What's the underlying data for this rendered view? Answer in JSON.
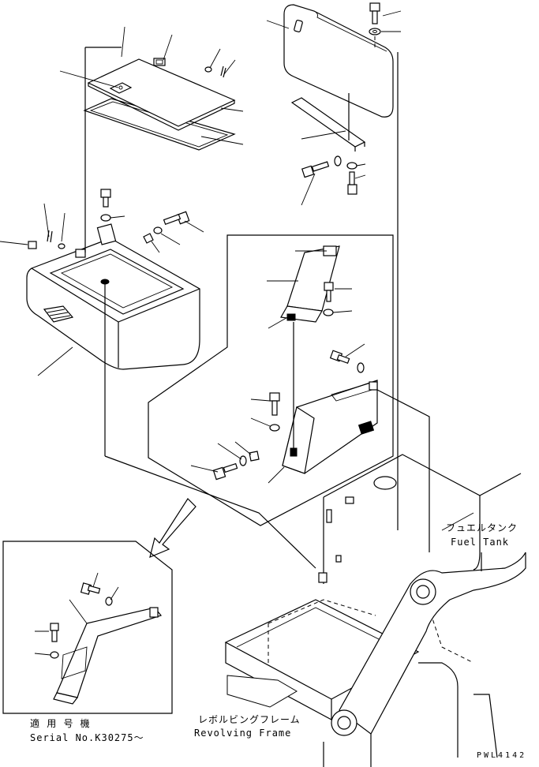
{
  "labels": {
    "fuel_tank_jp": "フュエルタンク",
    "fuel_tank_en": "Fuel Tank",
    "revolving_frame_jp": "レボルビングフレーム",
    "revolving_frame_en": "Revolving Frame",
    "serial_jp": "適 用 号 機",
    "serial_en": "Serial No.K30275～",
    "drawing_code": "PWL4142"
  }
}
